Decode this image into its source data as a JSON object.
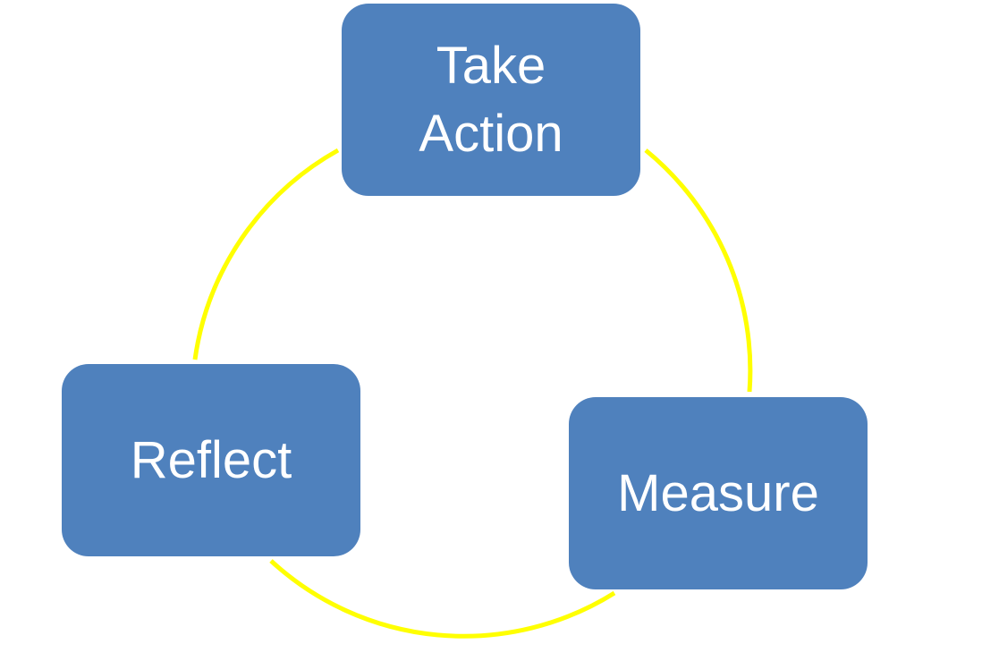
{
  "diagram": {
    "type": "cycle",
    "colors": {
      "node_fill": "#4f81bd",
      "node_text": "#ffffff",
      "connector": "#ffff00",
      "background": "#ffffff"
    },
    "nodes": [
      {
        "id": "take-action",
        "label": "Take\nAction"
      },
      {
        "id": "measure",
        "label": "Measure"
      },
      {
        "id": "reflect",
        "label": "Reflect"
      }
    ],
    "edges": [
      {
        "from": "take-action",
        "to": "measure"
      },
      {
        "from": "measure",
        "to": "reflect"
      },
      {
        "from": "reflect",
        "to": "take-action"
      }
    ]
  }
}
